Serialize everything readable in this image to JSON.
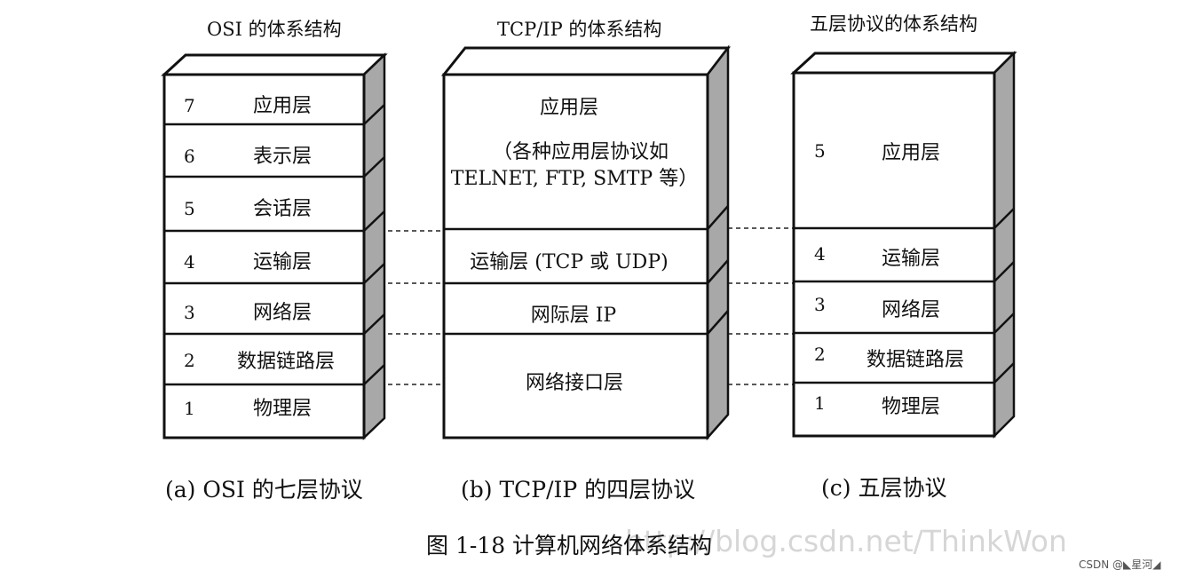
{
  "osi": {
    "header": "OSI 的体系结构",
    "layers": [
      {
        "num": "7",
        "name": "应用层"
      },
      {
        "num": "6",
        "name": "表示层"
      },
      {
        "num": "5",
        "name": "会话层"
      },
      {
        "num": "4",
        "name": "运输层"
      },
      {
        "num": "3",
        "name": "网络层"
      },
      {
        "num": "2",
        "name": "数据链路层"
      },
      {
        "num": "1",
        "name": "物理层"
      }
    ],
    "caption": "(a) OSI 的七层协议"
  },
  "tcpip": {
    "header": "TCP/IP 的体系结构",
    "application": {
      "name": "应用层",
      "note_line1": "（各种应用层协议如",
      "note_line2": "TELNET, FTP, SMTP 等）"
    },
    "transport": "运输层 (TCP 或 UDP)",
    "internet": "网际层 IP",
    "network_interface": "网络接口层",
    "caption": "(b) TCP/IP 的四层协议"
  },
  "five_layer": {
    "header": "五层协议的体系结构",
    "layers": [
      {
        "num": "5",
        "name": "应用层"
      },
      {
        "num": "4",
        "name": "运输层"
      },
      {
        "num": "3",
        "name": "网络层"
      },
      {
        "num": "2",
        "name": "数据链路层"
      },
      {
        "num": "1",
        "name": "物理层"
      }
    ],
    "caption": "(c)  五层协议"
  },
  "figure_title": "图 1-18   计算机网络体系结构",
  "watermark": "http://blog.csdn.net/ThinkWon",
  "csdn_credit": "CSDN @◣星河◢",
  "colors": {
    "ink": "#111111",
    "side_shade": "#a8a8a8",
    "background": "#ffffff"
  }
}
